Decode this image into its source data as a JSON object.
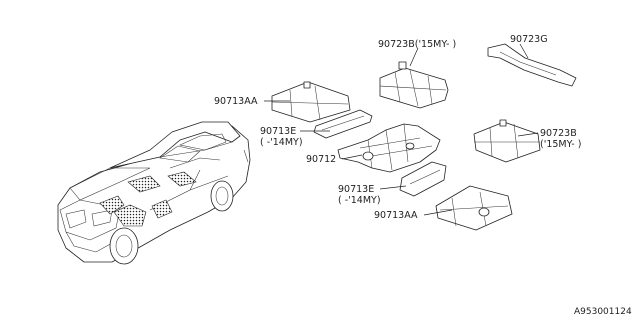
{
  "diagram": {
    "labels": [
      {
        "id": "p90723b_top",
        "text": "90723B('15MY-  )"
      },
      {
        "id": "p90723g",
        "text": "90723G"
      },
      {
        "id": "p90713aa_top",
        "text": "90713AA"
      },
      {
        "id": "p90713e_top_a",
        "text": "90713E"
      },
      {
        "id": "p90713e_top_b",
        "text": "(  -'14MY)"
      },
      {
        "id": "p90712",
        "text": "90712"
      },
      {
        "id": "p90723b_right_a",
        "text": "90723B"
      },
      {
        "id": "p90723b_right_b",
        "text": "('15MY-  )"
      },
      {
        "id": "p90713e_bot_a",
        "text": "90713E"
      },
      {
        "id": "p90713e_bot_b",
        "text": "(  -'14MY)"
      },
      {
        "id": "p90713aa_bot",
        "text": "90713AA"
      }
    ],
    "catalog_number": "A953001124"
  }
}
